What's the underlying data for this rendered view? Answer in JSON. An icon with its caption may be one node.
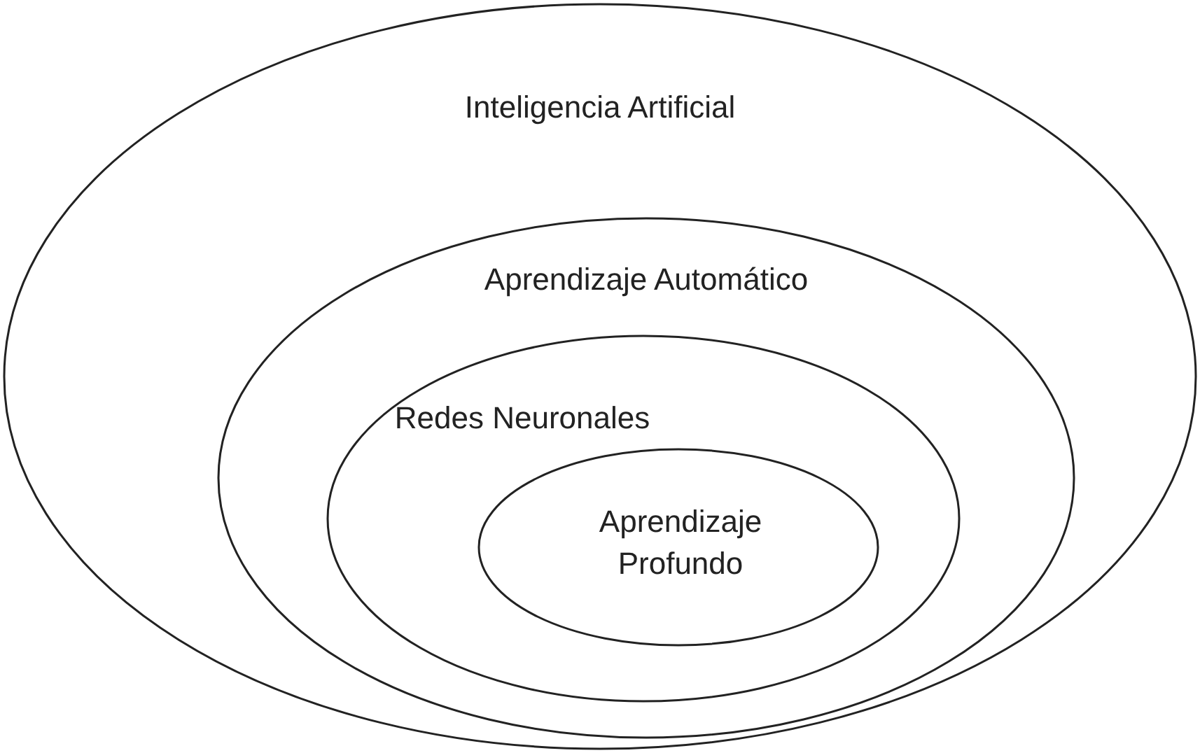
{
  "diagram": {
    "nodes": [
      {
        "text": [
          "Inteligencia Artificial"
        ]
      },
      {
        "text": [
          "Aprendizaje Automático"
        ],
        "in": 0
      },
      {
        "text": [
          "Redes Neuronales"
        ],
        "in": 1
      },
      {
        "text": [
          "Aprendizaje Profundo"
        ],
        "in": 2
      }
    ]
  }
}
